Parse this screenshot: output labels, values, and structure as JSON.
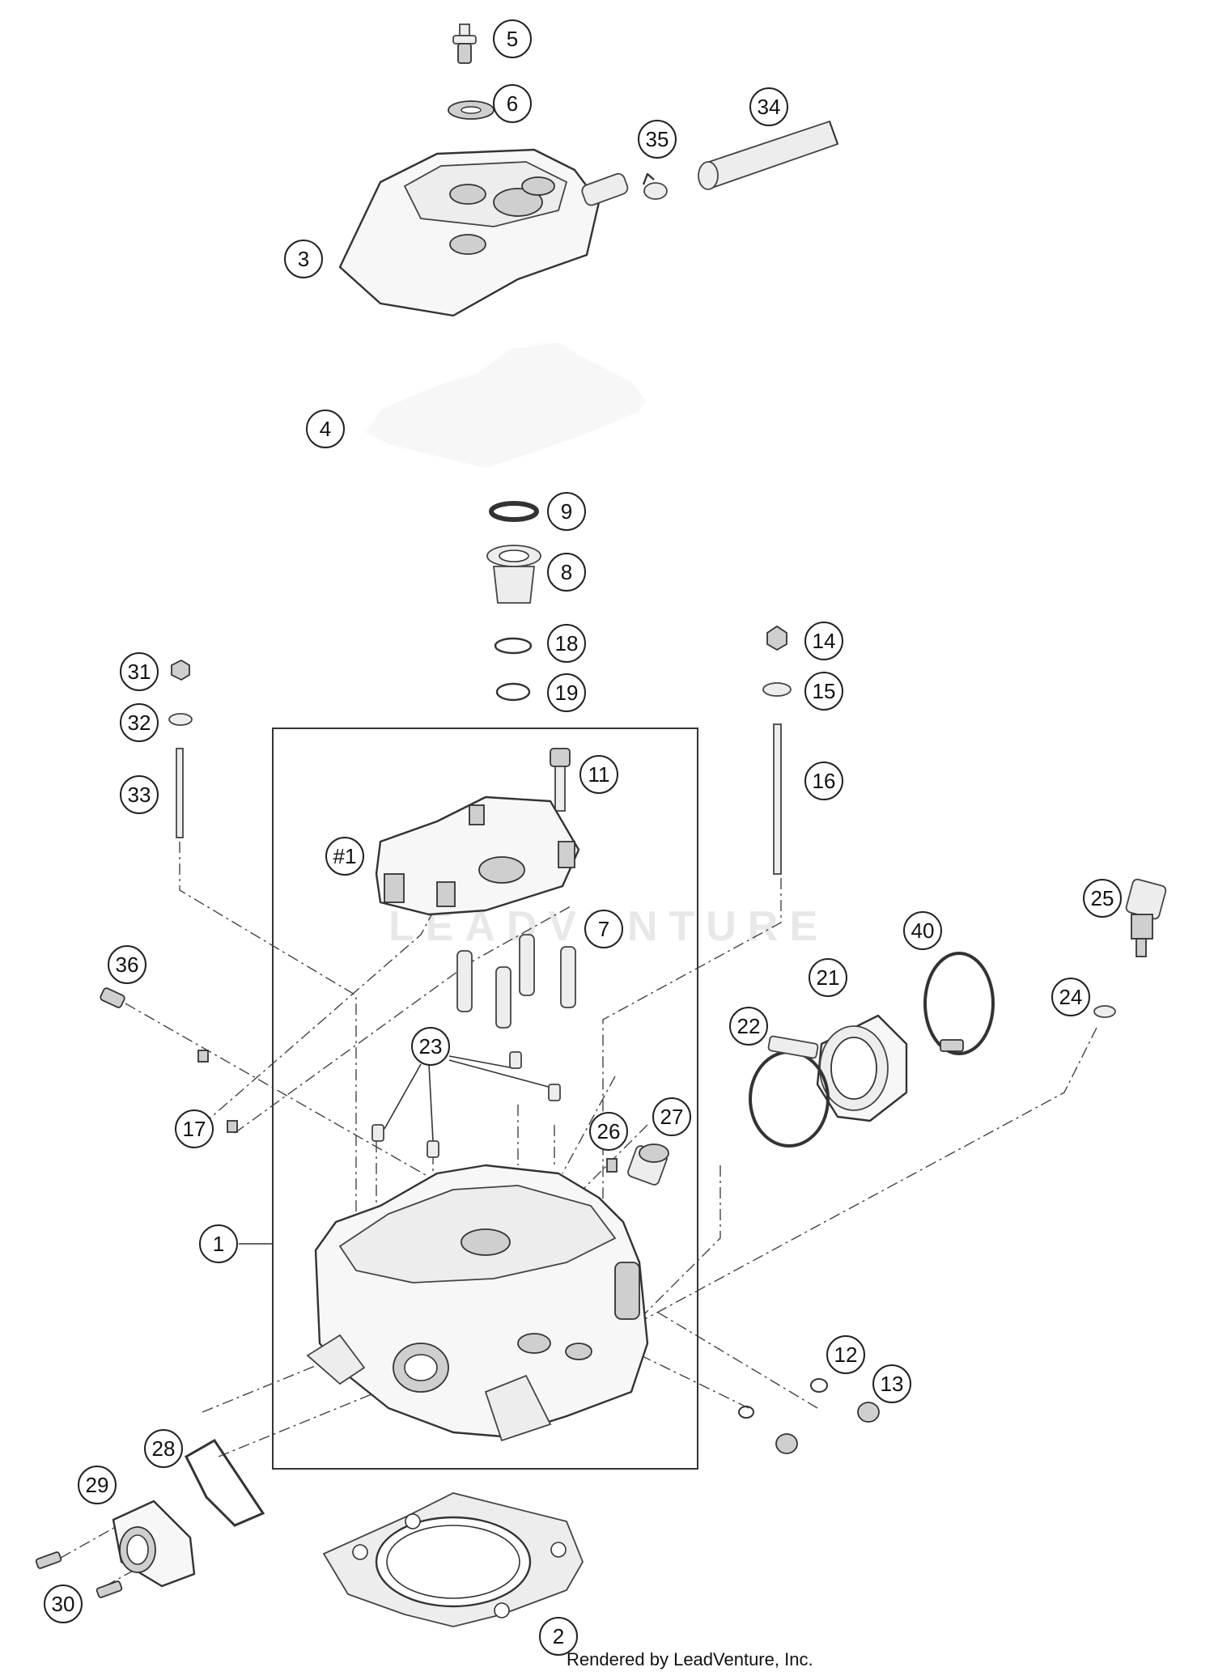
{
  "diagram": {
    "footer": "Rendered by LeadVenture, Inc.",
    "watermark": "LEADVENTURE",
    "callouts": [
      "5",
      "6",
      "34",
      "35",
      "3",
      "4",
      "9",
      "8",
      "18",
      "19",
      "14",
      "15",
      "16",
      "31",
      "32",
      "33",
      "11",
      "#1",
      "7",
      "25",
      "40",
      "21",
      "36",
      "24",
      "22",
      "23",
      "17",
      "26",
      "27",
      "1",
      "12",
      "13",
      "28",
      "29",
      "30",
      "2"
    ]
  }
}
